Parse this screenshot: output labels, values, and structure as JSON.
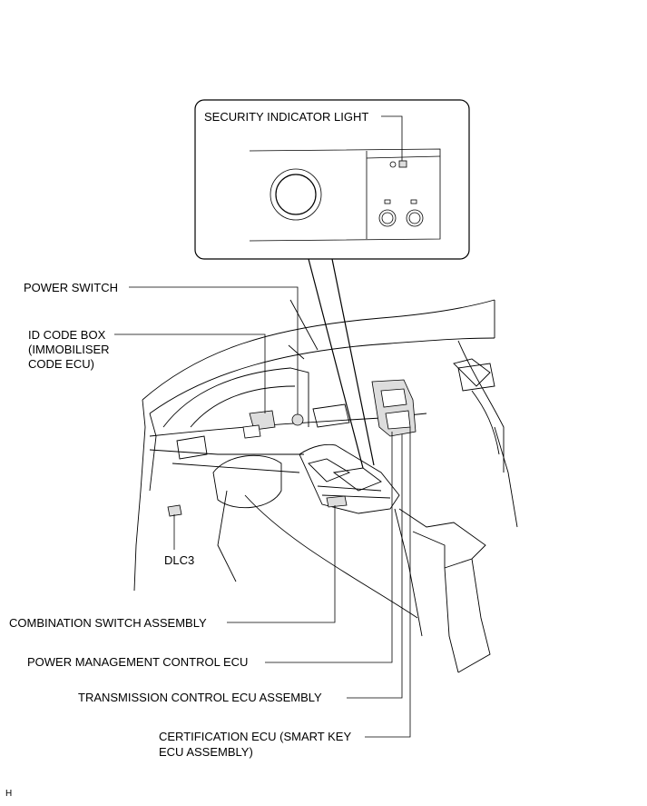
{
  "labels": {
    "security_indicator": "SECURITY INDICATOR LIGHT",
    "power_switch": "POWER SWITCH",
    "id_code_box_line1": "ID CODE BOX",
    "id_code_box_line2": "(IMMOBILISER",
    "id_code_box_line3": "CODE ECU)",
    "dlc3": "DLC3",
    "combination_switch": "COMBINATION SWITCH ASSEMBLY",
    "power_management": "POWER MANAGEMENT CONTROL ECU",
    "transmission_control": "TRANSMISSION CONTROL ECU ASSEMBLY",
    "certification_line1": "CERTIFICATION ECU (SMART KEY",
    "certification_line2": "ECU ASSEMBLY)"
  },
  "corner_mark": "H"
}
